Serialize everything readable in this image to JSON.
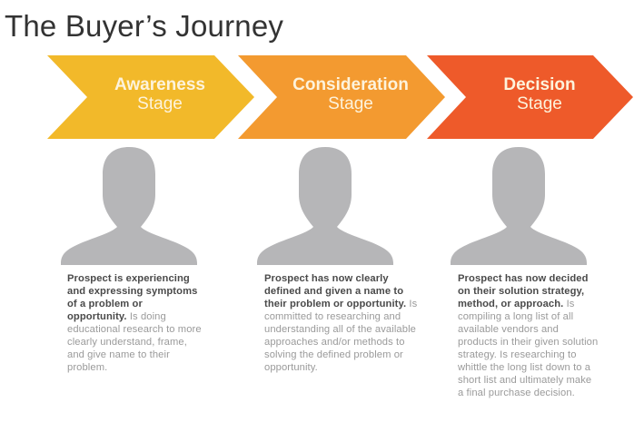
{
  "title": "The Buyer’s Journey",
  "colors": {
    "awareness": "#F2B92A",
    "consideration": "#F39A30",
    "decision": "#EE5A2A",
    "avatar": "#B6B6B8",
    "title_text": "#333333",
    "bold_text": "#4A4A4A",
    "body_text": "#9A9A9A"
  },
  "stages": [
    {
      "name": "Awareness",
      "sub": "Stage",
      "icon": "person-silhouette-icon",
      "bold": "Prospect is experiencing and expressing symptoms of a problem or opportunity.",
      "text": " Is doing educational research to more clearly understand, frame, and give name to their problem."
    },
    {
      "name": "Consideration",
      "sub": "Stage",
      "icon": "person-silhouette-icon",
      "bold": "Prospect has now clearly defined and given a name to their problem or opportunity.",
      "text": " Is committed to researching and understanding all of the available approaches and/or methods to solving the defined problem or opportunity."
    },
    {
      "name": "Decision",
      "sub": "Stage",
      "icon": "person-silhouette-icon",
      "bold": "Prospect has now decided on their solution strategy, method, or approach.",
      "text": " Is compiling a long list of all available vendors and products in their given solution strategy. Is researching to whittle the long list down to a short list and ultimately make a final purchase decision."
    }
  ]
}
